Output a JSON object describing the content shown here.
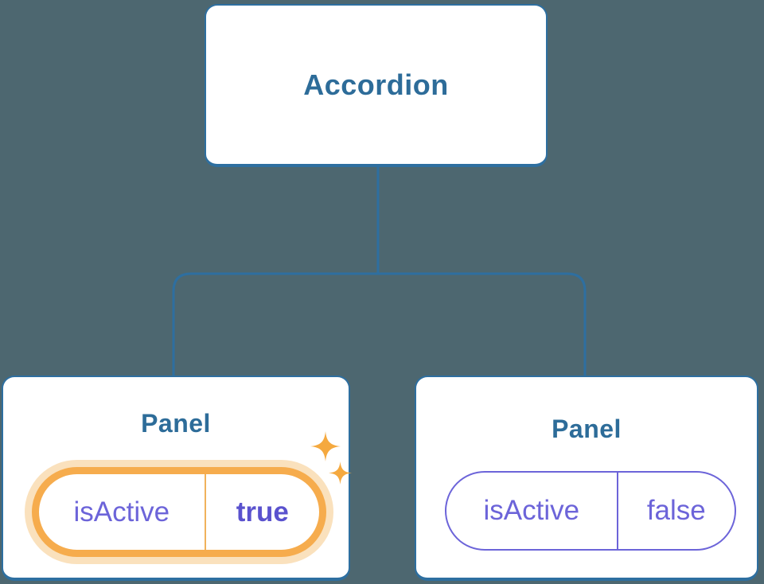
{
  "colors": {
    "page_background": "#4D6770",
    "node_border_blue": "#2E6FA0",
    "node_text_blue": "#2D6C99",
    "state_purple": "#6C64D9",
    "state_purple_bold": "#5A52CE",
    "highlight_orange": "#F5A93F",
    "highlight_glow": "#FAE1BD",
    "card_background": "#FFFFFF"
  },
  "tree": {
    "root": {
      "label": "Accordion"
    },
    "children": [
      {
        "title": "Panel",
        "state_key": "isActive",
        "state_value": "true",
        "highlighted": true
      },
      {
        "title": "Panel",
        "state_key": "isActive",
        "state_value": "false",
        "highlighted": false
      }
    ]
  }
}
